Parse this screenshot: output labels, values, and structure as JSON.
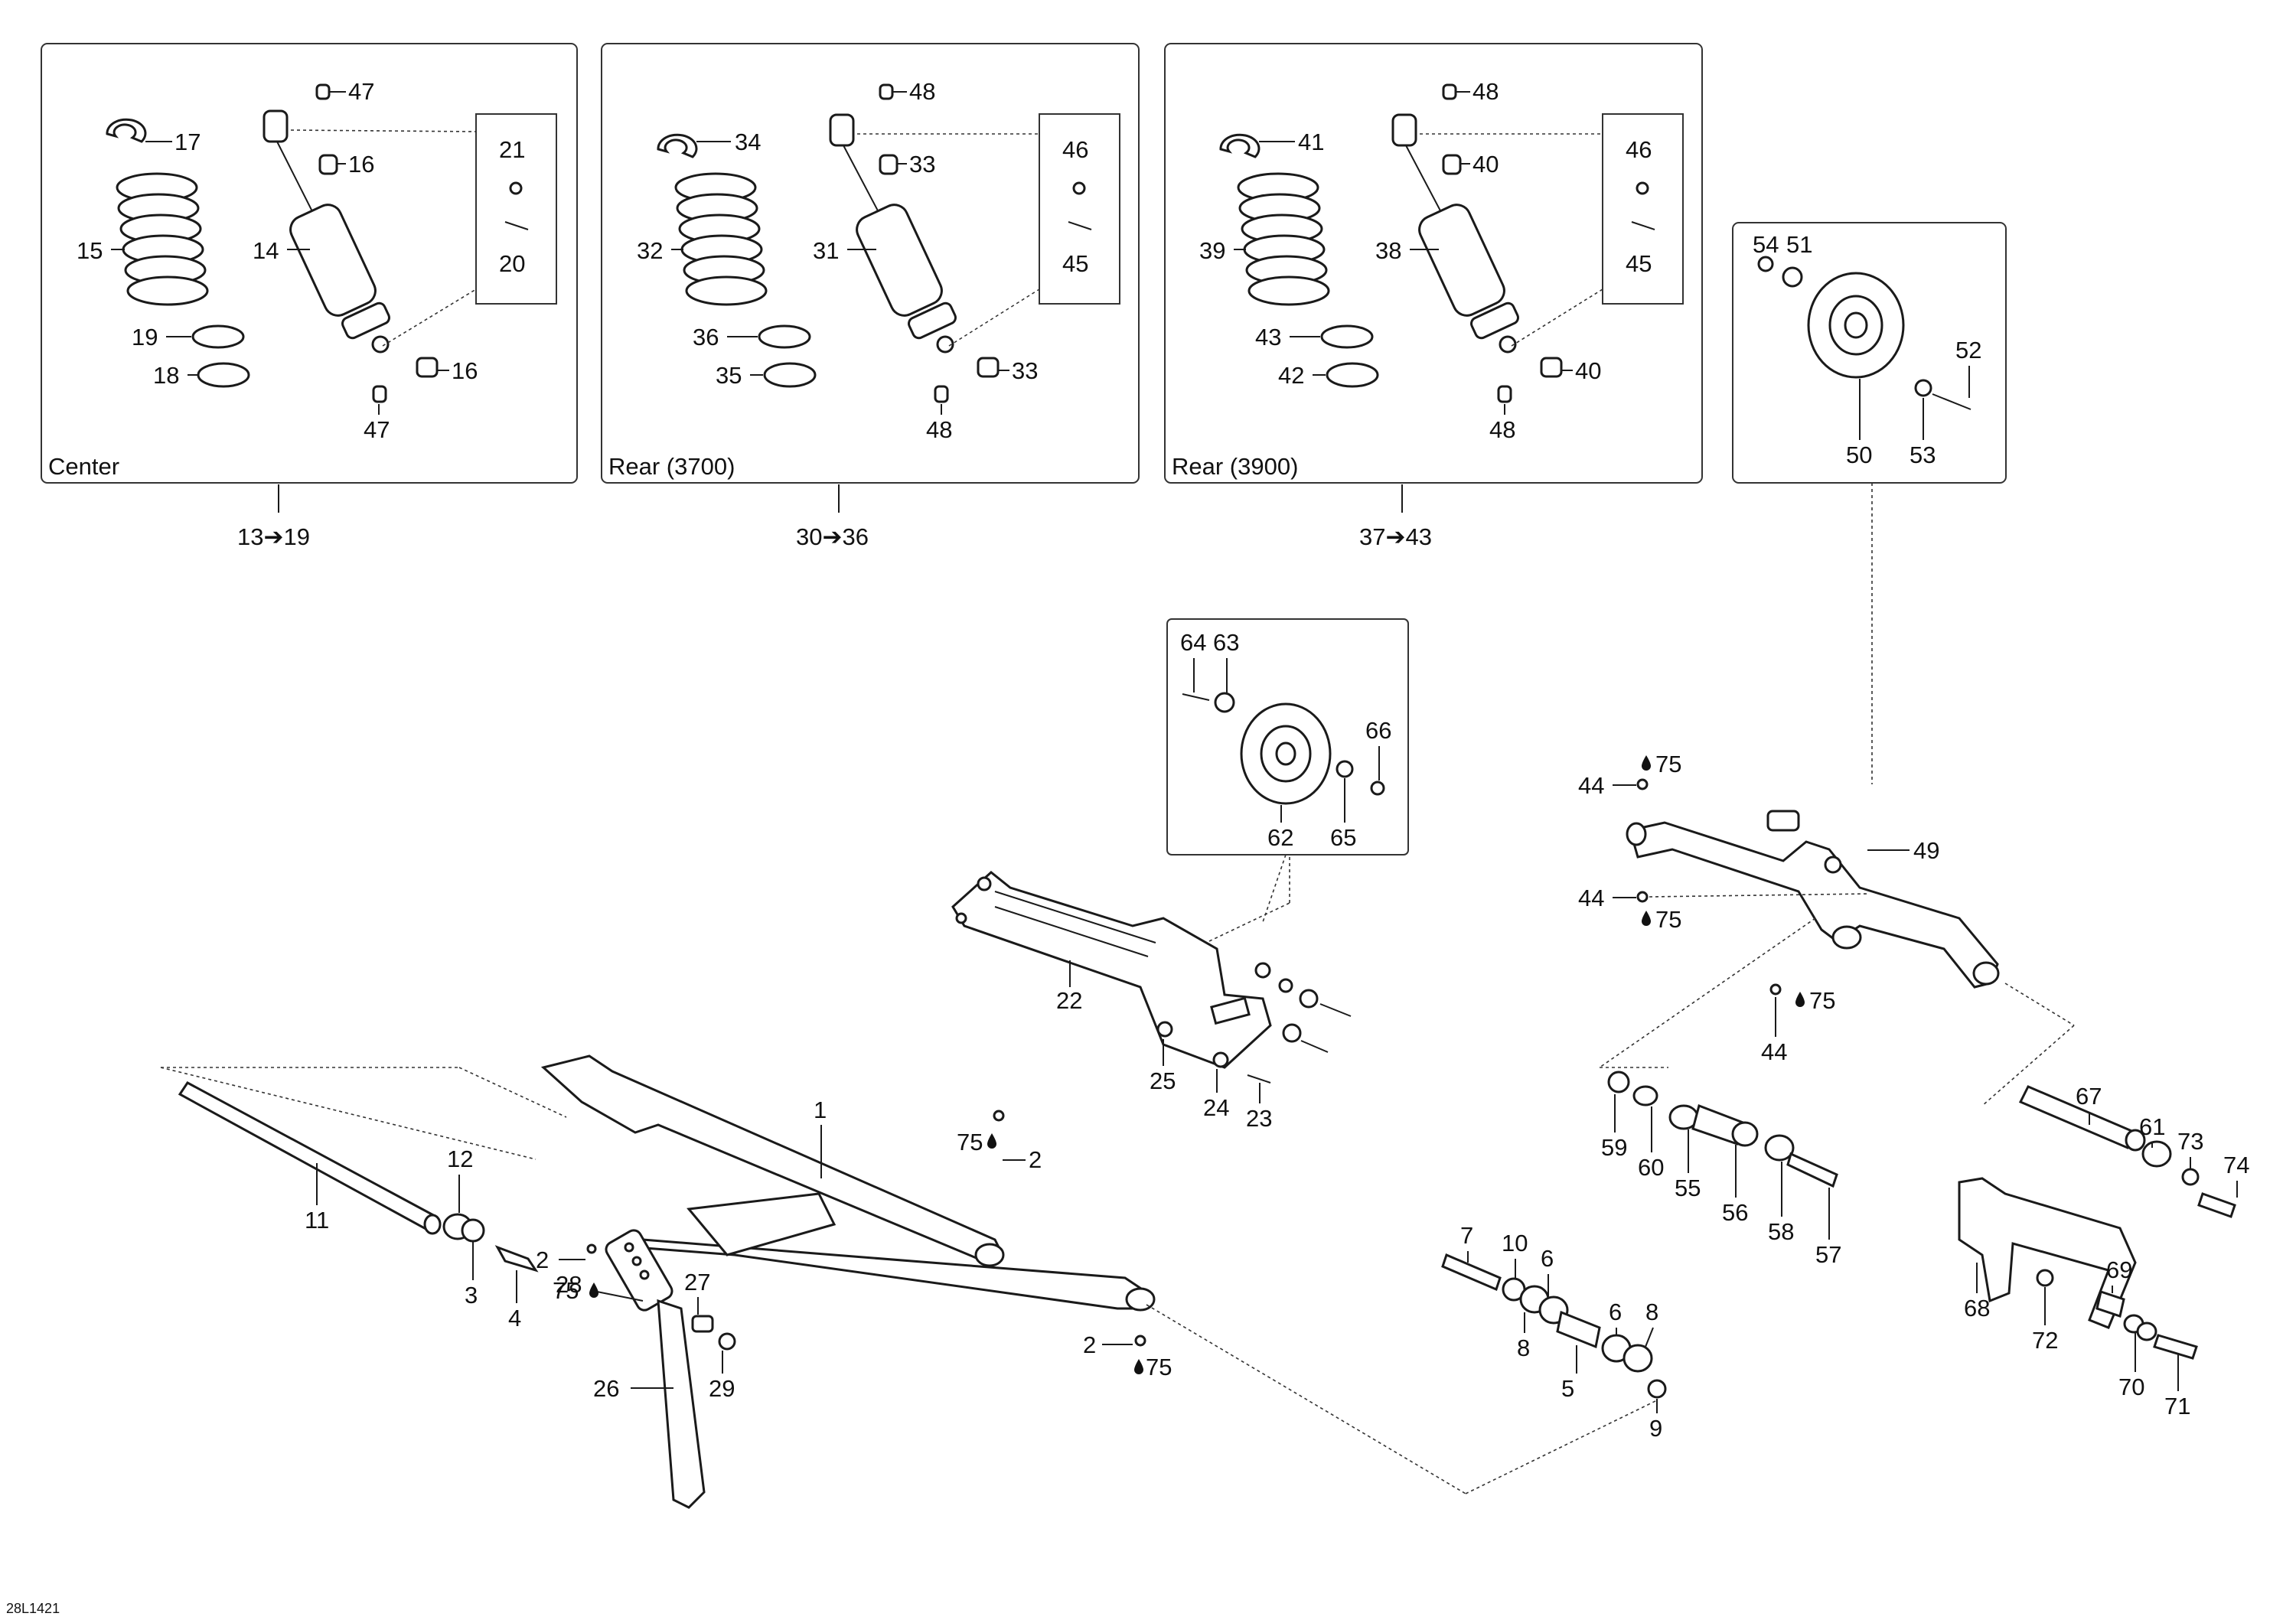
{
  "diagram_id": "28L1421",
  "groups": {
    "center": {
      "title": "Center",
      "range": "13➔19",
      "labels": [
        "47",
        "17",
        "16",
        "21",
        "15",
        "14",
        "20",
        "19",
        "16",
        "18",
        "47"
      ]
    },
    "rear3700": {
      "title": "Rear (3700)",
      "range": "30➔36",
      "labels": [
        "48",
        "34",
        "33",
        "46",
        "32",
        "31",
        "45",
        "36",
        "33",
        "35",
        "48"
      ]
    },
    "rear3900": {
      "title": "Rear (3900)",
      "range": "37➔43",
      "labels": [
        "48",
        "41",
        "40",
        "46",
        "39",
        "38",
        "45",
        "43",
        "40",
        "42",
        "48"
      ]
    }
  },
  "wheel_right": {
    "labels": [
      "54",
      "51",
      "52",
      "50",
      "53"
    ]
  },
  "wheel_center": {
    "labels": [
      "64",
      "63",
      "66",
      "62",
      "65"
    ]
  },
  "front_arm": {
    "labels": [
      "1",
      "75",
      "2",
      "2",
      "75",
      "11",
      "12",
      "3",
      "4",
      "28",
      "27",
      "29",
      "26",
      "2",
      "75"
    ]
  },
  "rear_frame": {
    "labels": [
      "22",
      "25",
      "24",
      "23"
    ]
  },
  "rear_arm": {
    "labels": [
      "44",
      "75",
      "49",
      "44",
      "75",
      "75",
      "44"
    ]
  },
  "axle_parts": {
    "labels": [
      "59",
      "60",
      "55",
      "56",
      "58",
      "57"
    ]
  },
  "bracket": {
    "labels": [
      "67",
      "61",
      "73",
      "74",
      "68",
      "72",
      "69",
      "70",
      "71"
    ]
  },
  "bolt_set": {
    "labels": [
      "7",
      "10",
      "6",
      "8",
      "6",
      "8",
      "5",
      "9"
    ]
  }
}
